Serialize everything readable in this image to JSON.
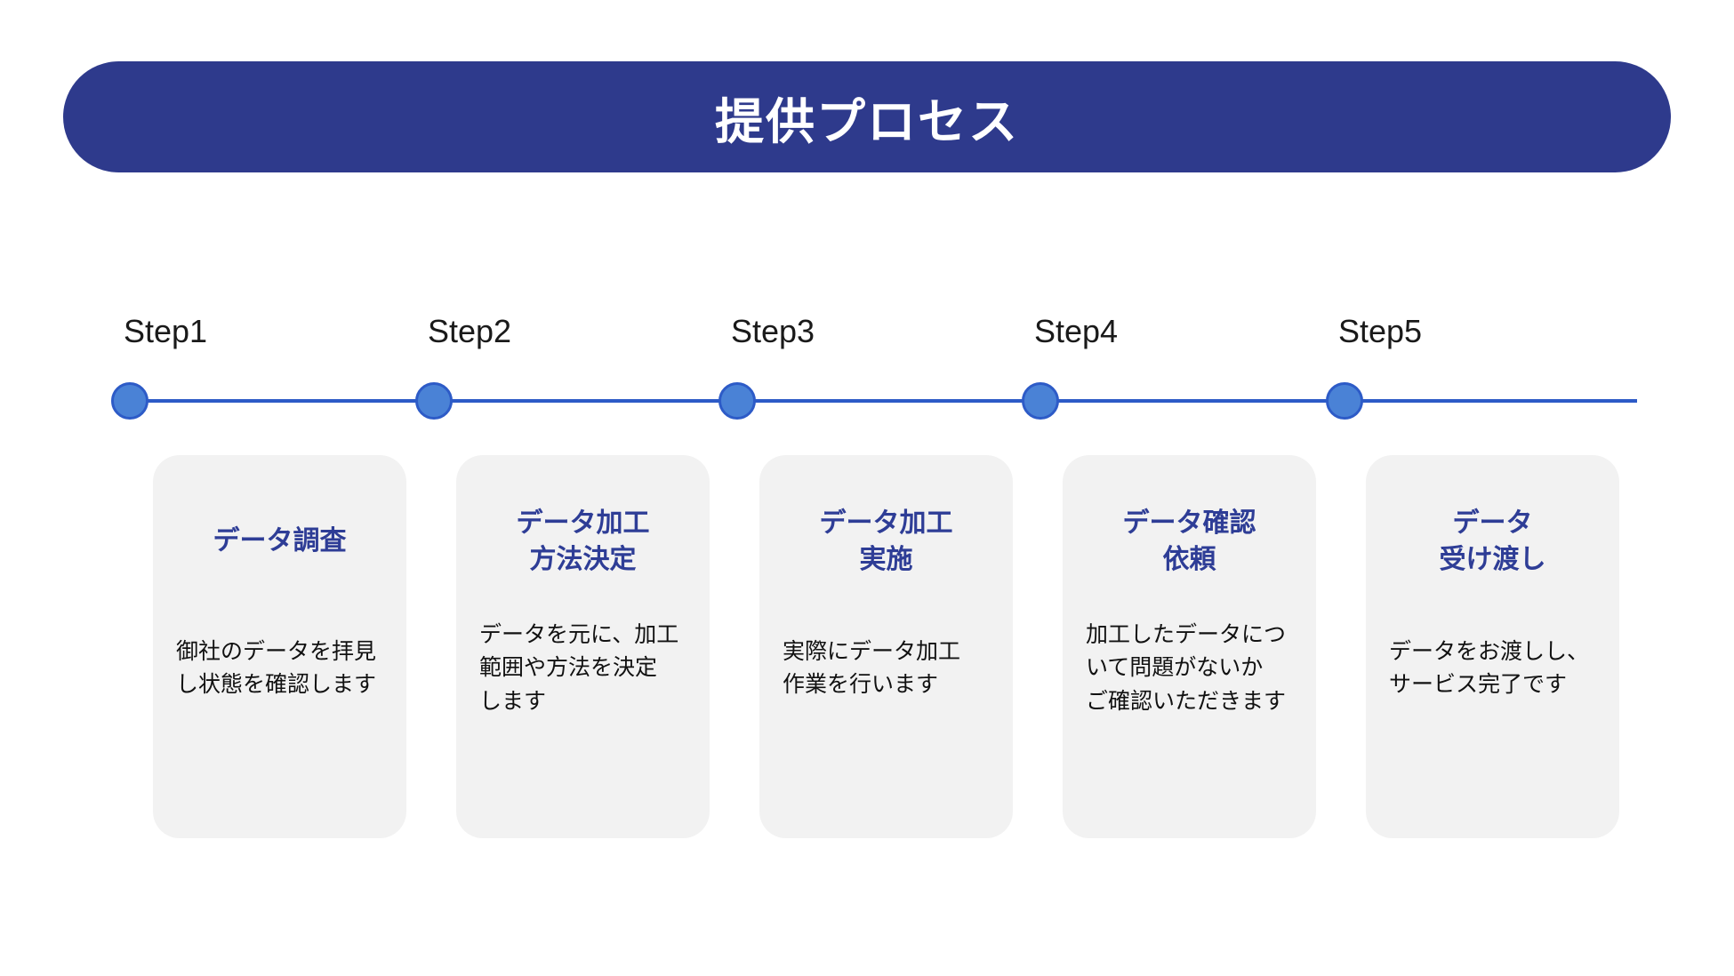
{
  "header": {
    "title": "提供プロセス"
  },
  "steps": [
    {
      "label": "Step1",
      "card_title": "データ調査",
      "card_body": "御社のデータを拝見\nし状態を確認します"
    },
    {
      "label": "Step2",
      "card_title": "データ加工\n方法決定",
      "card_body": "データを元に、加工\n範囲や方法を決定\nします"
    },
    {
      "label": "Step3",
      "card_title": "データ加工\n実施",
      "card_body": "実際にデータ加工\n作業を行います"
    },
    {
      "label": "Step4",
      "card_title": "データ確認\n依頼",
      "card_body": "加工したデータにつ\nいて問題がないか\nご確認いただきます"
    },
    {
      "label": "Step5",
      "card_title": "データ\n受け渡し",
      "card_body": "データをお渡しし、\nサービス完了です"
    }
  ],
  "colors": {
    "header_bg": "#2e3a8c",
    "timeline_line": "#2d5bc7",
    "dot_fill": "#4a82d6",
    "dot_border": "#2d5bc7",
    "card_bg": "#f2f2f2",
    "card_title_text": "#2e3d96",
    "body_text": "#111111"
  }
}
